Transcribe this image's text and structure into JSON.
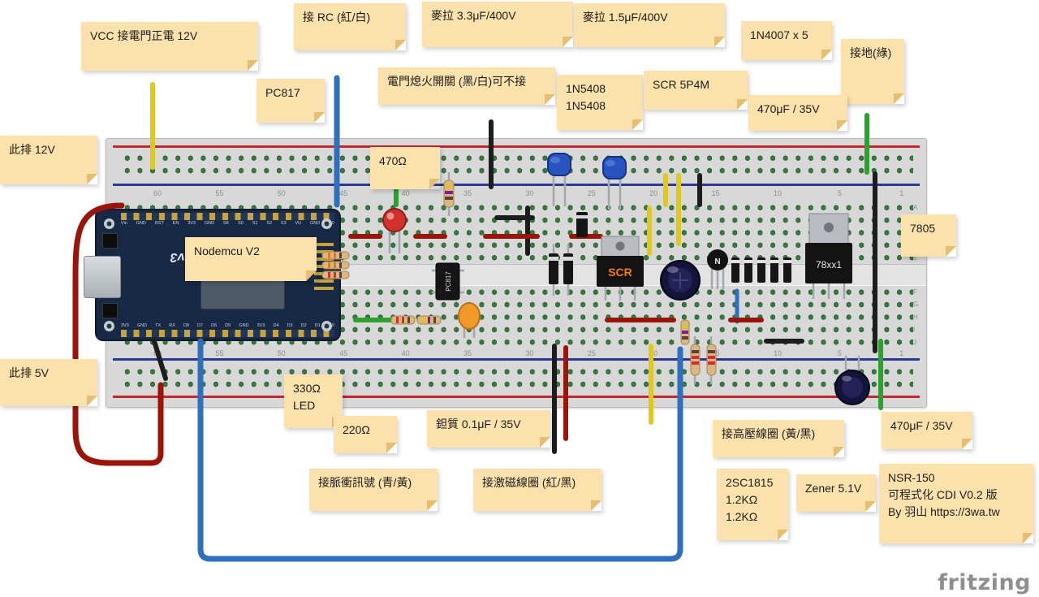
{
  "watermark": {
    "text": "fritzing"
  },
  "colors": {
    "note_bg": "#fbe2ac",
    "note_fold": "#e7bd72",
    "wire_red": "#9b140a",
    "wire_blue": "#2f6fbd",
    "wire_yellow": "#e0c81e",
    "wire_green": "#2da02d",
    "wire_black": "#1d1d1d",
    "rail_red": "#c1272d",
    "rail_blue": "#2b3990",
    "board_navy": "#172944",
    "scr_text_orange": "#f97b0c"
  },
  "breadboard": {
    "column_labels": [
      "60",
      "55",
      "50",
      "45",
      "40",
      "35",
      "30",
      "25",
      "20",
      "15",
      "10",
      "5",
      "1"
    ],
    "row_labels": [
      "A",
      "B",
      "C",
      "D",
      "E",
      "F",
      "G",
      "H",
      "I",
      "J"
    ]
  },
  "nodemcu": {
    "board_label": "NodeMCU v3",
    "pins_top": [
      "Vin",
      "GND",
      "RST",
      "EN",
      "3V3",
      "GND",
      "SK",
      "S0",
      "S1",
      "S2",
      "S3",
      "VU",
      "GND",
      "A0"
    ],
    "pins_bottom": [
      "3V3",
      "GND",
      "TX",
      "RX",
      "D8",
      "D7",
      "D6",
      "D5",
      "GND",
      "3V3",
      "D4",
      "D3",
      "D2",
      "D1",
      "D0"
    ]
  },
  "components": {
    "scr_label": "SCR",
    "regulator_label": "78xx1",
    "optocoupler_label": "PC817",
    "transistor_label": "N"
  },
  "notes": [
    {
      "id": "vcc-12v",
      "lines": [
        "VCC 接電門正電 12V"
      ]
    },
    {
      "id": "rc",
      "lines": [
        "接 RC (紅/白)"
      ]
    },
    {
      "id": "mylar-3u3",
      "lines": [
        "麥拉 3.3μF/400V"
      ]
    },
    {
      "id": "mylar-1u5",
      "lines": [
        "麥拉 1.5μF/400V"
      ]
    },
    {
      "id": "in4007",
      "lines": [
        "1N4007 x 5"
      ]
    },
    {
      "id": "gnd-green",
      "lines": [
        "接地(綠)"
      ]
    },
    {
      "id": "rail-12v",
      "lines": [
        "此排 12V"
      ]
    },
    {
      "id": "pc817",
      "lines": [
        "PC817"
      ]
    },
    {
      "id": "kill-switch",
      "lines": [
        "電門熄火開關 (黑/白)可不接"
      ]
    },
    {
      "id": "in5408",
      "lines": [
        "1N5408",
        "1N5408"
      ]
    },
    {
      "id": "scr-5p4m",
      "lines": [
        "SCR 5P4M"
      ]
    },
    {
      "id": "cap-470-top",
      "lines": [
        "470μF / 35V"
      ]
    },
    {
      "id": "r470",
      "lines": [
        "470Ω"
      ]
    },
    {
      "id": "reg-7805",
      "lines": [
        "7805"
      ]
    },
    {
      "id": "nodemcu-v2",
      "lines": [
        "Nodemcu V2"
      ]
    },
    {
      "id": "rail-5v",
      "lines": [
        "此排 5V"
      ]
    },
    {
      "id": "r330-led",
      "lines": [
        "330Ω",
        "LED"
      ]
    },
    {
      "id": "r220",
      "lines": [
        "220Ω"
      ]
    },
    {
      "id": "tantalum",
      "lines": [
        "鉭質 0.1μF / 35V"
      ]
    },
    {
      "id": "pulse-signal",
      "lines": [
        "接脈衝訊號 (青/黃)"
      ]
    },
    {
      "id": "exciter-coil",
      "lines": [
        "接激磁線圈 (紅/黑)"
      ]
    },
    {
      "id": "hv-coil",
      "lines": [
        "接高壓線圈 (黃/黑)"
      ]
    },
    {
      "id": "tr-2sc1815",
      "lines": [
        "2SC1815",
        "1.2KΩ",
        "1.2KΩ"
      ]
    },
    {
      "id": "zener",
      "lines": [
        "Zener 5.1V"
      ]
    },
    {
      "id": "cap-470-bottom",
      "lines": [
        "470μF / 35V"
      ]
    },
    {
      "id": "nsr-150",
      "lines": [
        "NSR-150",
        "可程式化 CDI V0.2 版",
        "By 羽山 https://3wa.tw"
      ]
    }
  ]
}
